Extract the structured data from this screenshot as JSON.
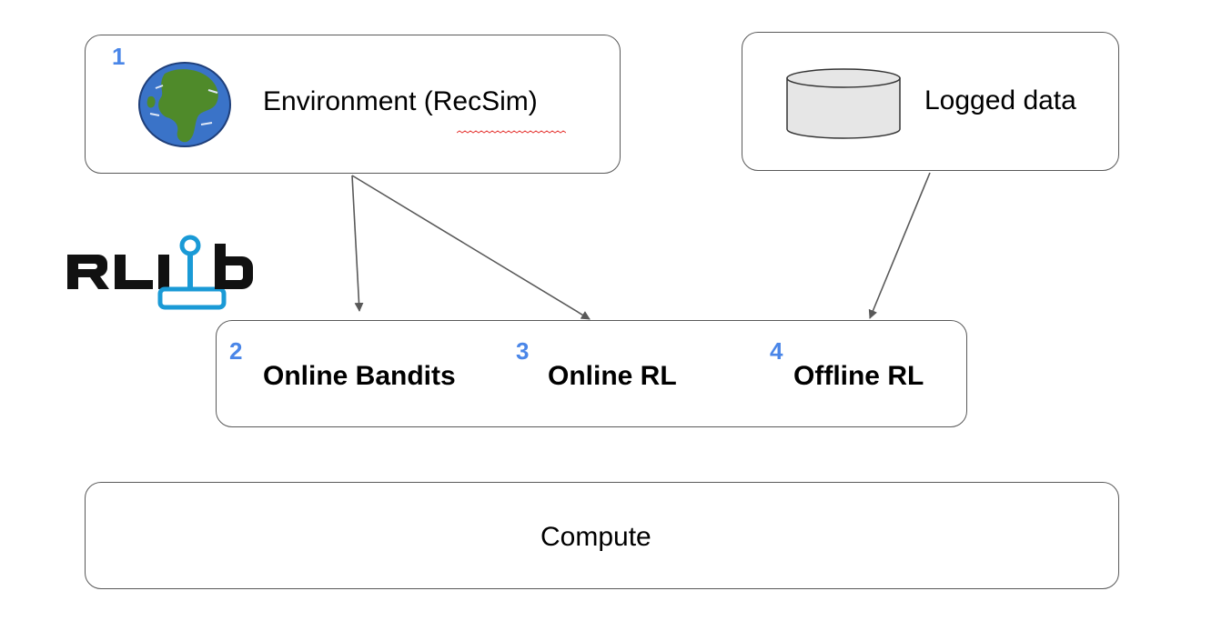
{
  "colors": {
    "number": "#4a86e8",
    "border": "#595959",
    "arrow": "#595959",
    "globe_water": "#3a73c8",
    "globe_land": "#4f8a2a",
    "cylinder_fill": "#e6e6e6",
    "logo_blue": "#1a9ad6",
    "logo_black": "#111111",
    "spellcheck": "#e53935"
  },
  "environment": {
    "number": "1",
    "label": "Environment (RecSim)",
    "icon": "globe-icon"
  },
  "logged": {
    "label": "Logged data",
    "icon": "database-cylinder-icon"
  },
  "logo": {
    "text": "RLlib",
    "icon": "rllib-logo"
  },
  "algorithms": [
    {
      "number": "2",
      "label": "Online Bandits"
    },
    {
      "number": "3",
      "label": "Online RL"
    },
    {
      "number": "4",
      "label": "Offline RL"
    }
  ],
  "compute": {
    "label": "Compute"
  }
}
